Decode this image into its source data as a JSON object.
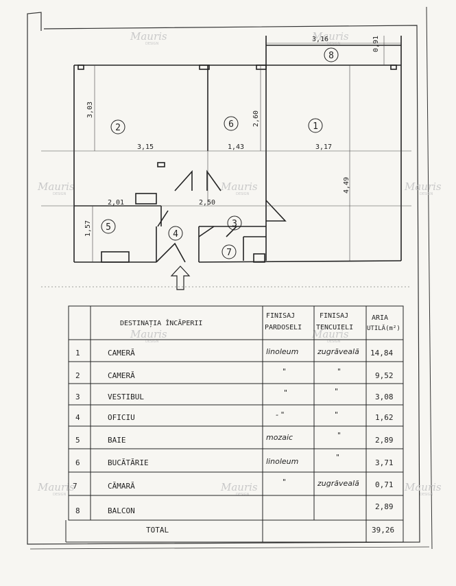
{
  "plan": {
    "rooms": [
      {
        "id": "room-1",
        "number": "1"
      },
      {
        "id": "room-2",
        "number": "2"
      },
      {
        "id": "room-3",
        "number": "3"
      },
      {
        "id": "room-4",
        "number": "4"
      },
      {
        "id": "room-5",
        "number": "5"
      },
      {
        "id": "room-6",
        "number": "6"
      },
      {
        "id": "room-7",
        "number": "7"
      },
      {
        "id": "room-8",
        "number": "8"
      }
    ],
    "dimensions": {
      "d_316": "3,16",
      "d_091": "0,91",
      "d_303": "3,03",
      "d_260": "2,60",
      "d_315": "3,15",
      "d_143": "1,43",
      "d_317": "3,17",
      "d_449": "4,49",
      "d_201": "2,01",
      "d_250": "2,50",
      "d_157": "1,57"
    },
    "watermark": {
      "brand": "Mauris",
      "sub": "DESIGN"
    }
  },
  "table": {
    "headers": {
      "destinatia": "DESTINAȚIA ÎNCĂPERII",
      "finisaj_pard_1": "FINISAJ",
      "finisaj_pard_2": "PARDOSELI",
      "finisaj_tenc_1": "FINISAJ",
      "finisaj_tenc_2": "TENCUIELI",
      "aria_1": "ARIA",
      "aria_2": "UTILĂ(m²)"
    },
    "rows": [
      {
        "nr": "1",
        "name": "CAMERĂ",
        "pardoseli": "linoleum",
        "tencuieli": "zugrăveală",
        "aria": "14,84"
      },
      {
        "nr": "2",
        "name": "CAMERĂ",
        "pardoseli": "\"",
        "tencuieli": "\"",
        "aria": "9,52"
      },
      {
        "nr": "3",
        "name": "VESTIBUL",
        "pardoseli": "\"",
        "tencuieli": "\"",
        "aria": "3,08"
      },
      {
        "nr": "4",
        "name": "OFICIU",
        "pardoseli": "- \"",
        "tencuieli": "\"",
        "aria": "1,62"
      },
      {
        "nr": "5",
        "name": "BAIE",
        "pardoseli": "mozaic",
        "tencuieli": "\"",
        "aria": "2,89"
      },
      {
        "nr": "6",
        "name": "BUCĂTĂRIE",
        "pardoseli": "linoleum",
        "tencuieli": "\"",
        "aria": "3,71"
      },
      {
        "nr": "7",
        "name": "CĂMARĂ",
        "pardoseli": "\"",
        "tencuieli": "zugrăveală",
        "aria": "0,71"
      },
      {
        "nr": "8",
        "name": "BALCON",
        "pardoseli": "",
        "tencuieli": "",
        "aria": "2,89"
      }
    ],
    "total_label": "TOTAL",
    "total_value": "39,26"
  }
}
